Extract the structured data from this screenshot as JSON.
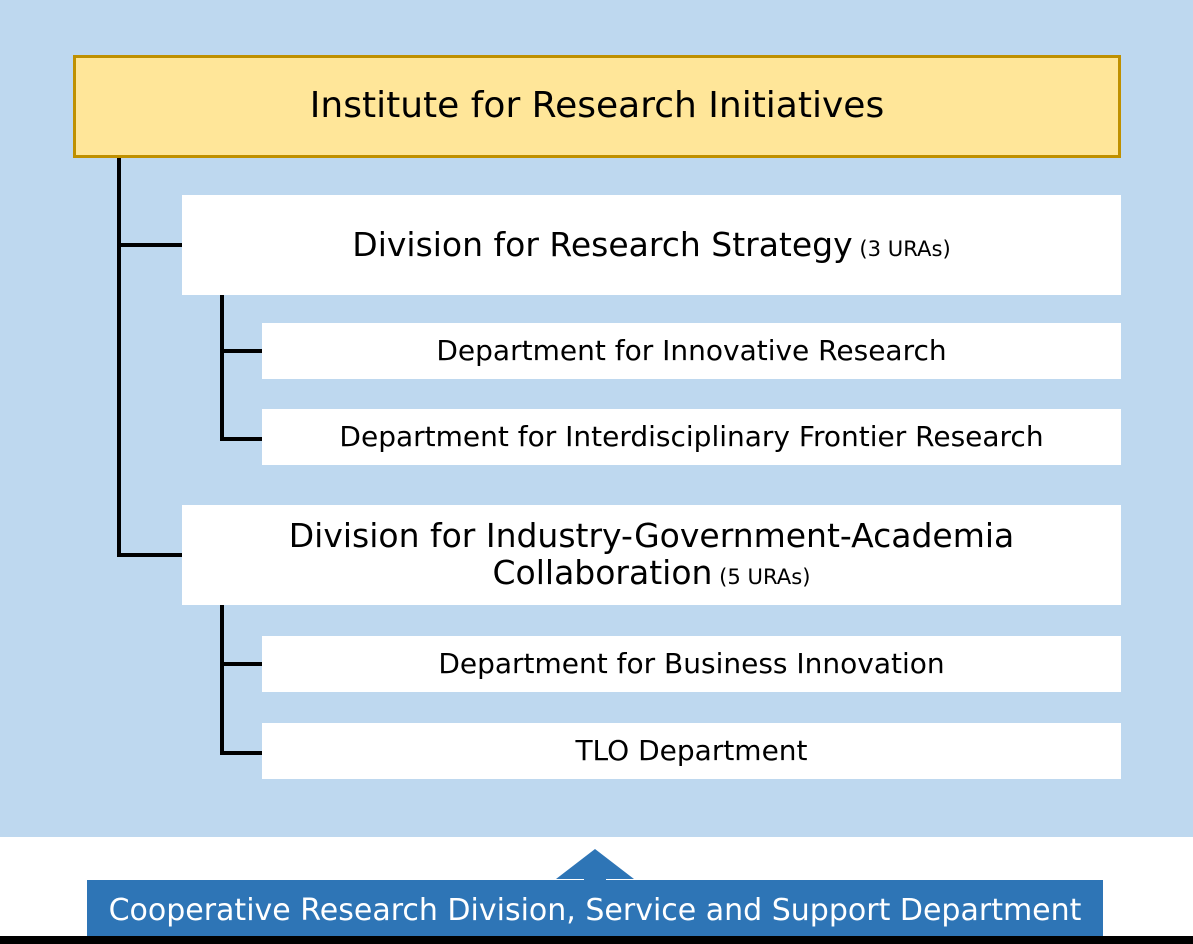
{
  "palette": {
    "panel_background": "#bed8ef",
    "root_fill": "#ffe699",
    "root_border": "#bf9000",
    "box_fill": "#ffffff",
    "line_color": "#000000",
    "support_bar": "#2e75b6",
    "support_text": "#ffffff"
  },
  "org_chart": {
    "root": {
      "label": "Institute for Research Initiatives"
    },
    "divisions": [
      {
        "name": "Division for Research Strategy",
        "ura": "(3 URAs)",
        "departments": [
          {
            "name": "Department for Innovative Research"
          },
          {
            "name": "Department for Interdisciplinary Frontier Research"
          }
        ]
      },
      {
        "name_line1": "Division for Industry-Government-Academia",
        "name_line2": "Collaboration",
        "ura": "(5 URAs)",
        "departments": [
          {
            "name": "Department for Business Innovation"
          },
          {
            "name": "TLO Department"
          }
        ]
      }
    ],
    "support": {
      "label": "Cooperative Research Division, Service and Support Department",
      "arrow_icon": "arrow-up-icon"
    }
  }
}
